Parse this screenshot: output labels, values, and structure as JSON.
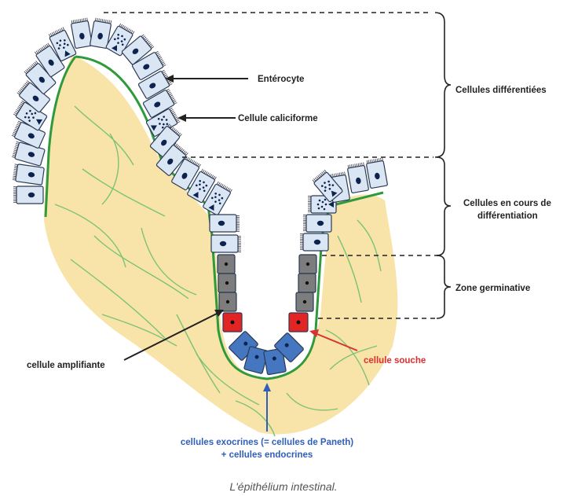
{
  "labels": {
    "enterocyte": "Entérocyte",
    "goblet": "Cellule caliciforme",
    "differentiated": "Cellules différentiées",
    "differentiating_1": "Cellules en cours de",
    "differentiating_2": "différentiation",
    "germinative": "Zone germinative",
    "amplifying": "cellule amplifiante",
    "stem": "cellule souche",
    "paneth_1": "cellules exocrines (= cellules de Paneth)",
    "paneth_2": "+ cellules endocrines"
  },
  "caption": "L'épithélium intestinal.",
  "colors": {
    "connective_tissue": "#f8e4a8",
    "fibers": "#7cc276",
    "basement_line": "#2e9a3c",
    "epithelial_cell": "#dbe6f4",
    "nucleus": "#0c2350",
    "germinative_cell": "#7d7d7d",
    "stem_cell": "#e22424",
    "paneth_cell": "#4577c0",
    "stem_label": "#d93030",
    "paneth_label": "#2f5fb8",
    "text": "#222222"
  }
}
